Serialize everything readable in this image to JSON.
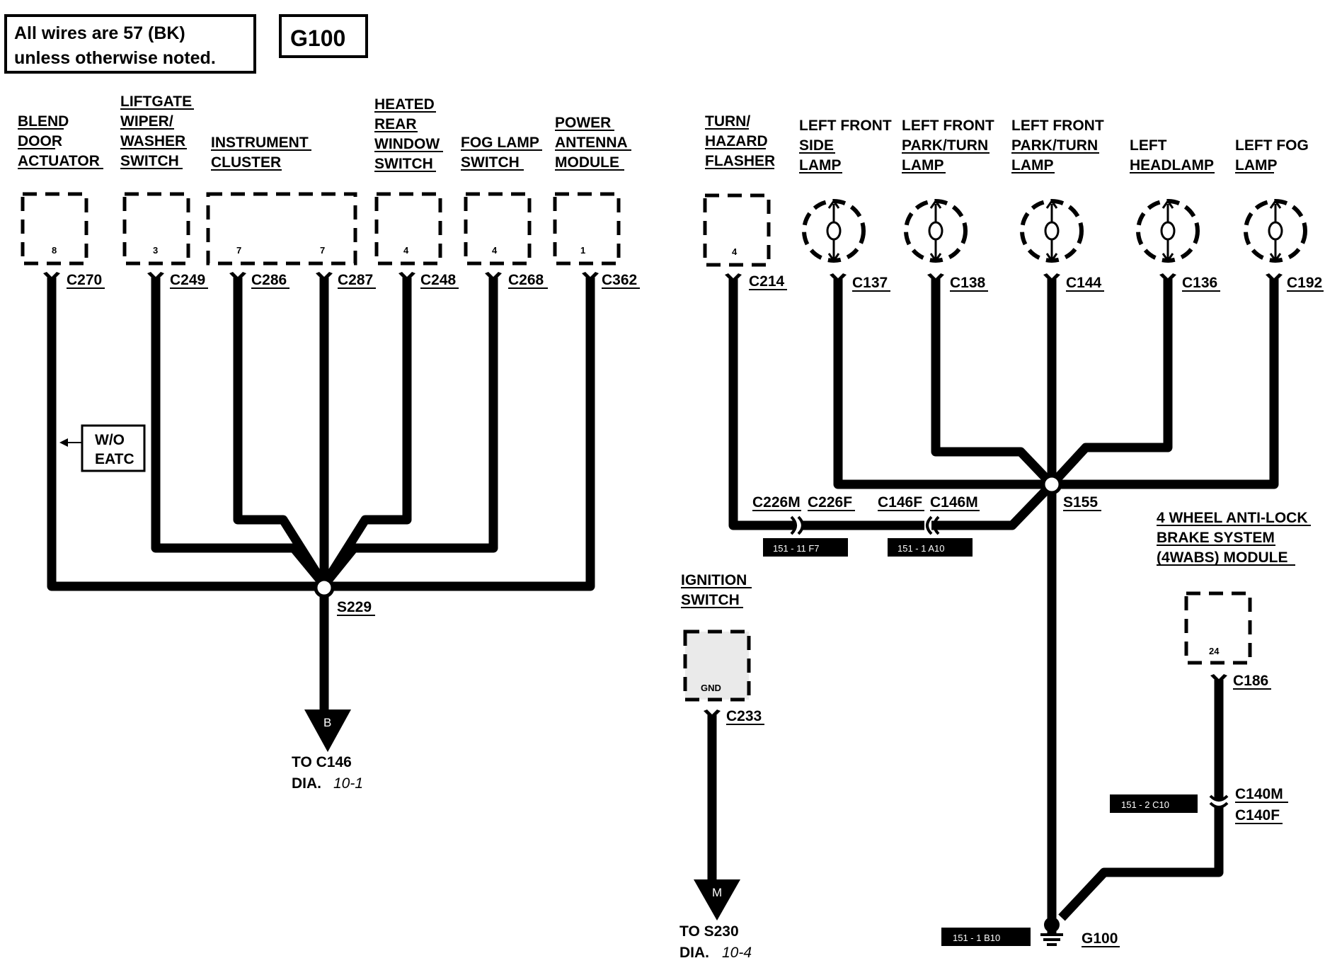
{
  "note": {
    "line1": "All wires are 57 (BK)",
    "line2": "unless otherwise noted."
  },
  "ground_title": "G100",
  "components": {
    "blend_door": [
      "BLEND",
      "DOOR",
      "ACTUATOR"
    ],
    "liftgate": [
      "LIFTGATE",
      "WIPER/",
      "WASHER",
      "SWITCH"
    ],
    "instrument_cluster": [
      "INSTRUMENT",
      "CLUSTER"
    ],
    "heated_rear_window": [
      "HEATED",
      "REAR",
      "WINDOW",
      "SWITCH"
    ],
    "fog_lamp_switch": [
      "FOG LAMP",
      "SWITCH"
    ],
    "power_antenna": [
      "POWER",
      "ANTENNA",
      "MODULE"
    ],
    "turn_hazard": [
      "TURN/",
      "HAZARD",
      "FLASHER"
    ],
    "lf_side_lamp": [
      "LEFT FRONT",
      "SIDE",
      "LAMP"
    ],
    "lf_park_turn_1": [
      "LEFT FRONT",
      "PARK/TURN",
      "LAMP"
    ],
    "lf_park_turn_2": [
      "LEFT FRONT",
      "PARK/TURN",
      "LAMP"
    ],
    "left_headlamp": [
      "LEFT",
      "HEADLAMP"
    ],
    "left_fog_lamp": [
      "LEFT FOG",
      "LAMP"
    ],
    "ignition_switch": [
      "IGNITION",
      "SWITCH"
    ],
    "abs_module": [
      "4 WHEEL ANTI-LOCK",
      "BRAKE SYSTEM",
      "(4WABS) MODULE"
    ]
  },
  "pins": {
    "blend_door": "8",
    "liftgate": "3",
    "cluster_a": "7",
    "cluster_b": "7",
    "heated_rear": "4",
    "fog_switch": "4",
    "antenna": "1",
    "turn_hazard": "4",
    "ignition": "GND",
    "abs": "24"
  },
  "connectors": {
    "c270": "C270",
    "c249": "C249",
    "c286": "C286",
    "c287": "C287",
    "c248": "C248",
    "c268": "C268",
    "c362": "C362",
    "c214": "C214",
    "c137": "C137",
    "c138": "C138",
    "c144": "C144",
    "c136": "C136",
    "c192": "C192",
    "c233": "C233",
    "c186": "C186",
    "c226m": "C226M",
    "c226f": "C226F",
    "c146f": "C146F",
    "c146m": "C146M",
    "c140m": "C140M",
    "c140f": "C140F"
  },
  "splices": {
    "s229": "S229",
    "s155": "S155"
  },
  "ground_label": "G100",
  "wo_eatc": [
    "W/O",
    "EATC"
  ],
  "refs": {
    "r1": "151 - 11 F7",
    "r2": "151 - 1 A10",
    "r3": "151 - 2 C10",
    "r4": "151 - 1 B10"
  },
  "arrows": {
    "b": {
      "letter": "B",
      "to": "TO C146",
      "dia": "DIA.",
      "dia_num": "10-1"
    },
    "m": {
      "letter": "M",
      "to": "TO S230",
      "dia": "DIA.",
      "dia_num": "10-4"
    }
  }
}
